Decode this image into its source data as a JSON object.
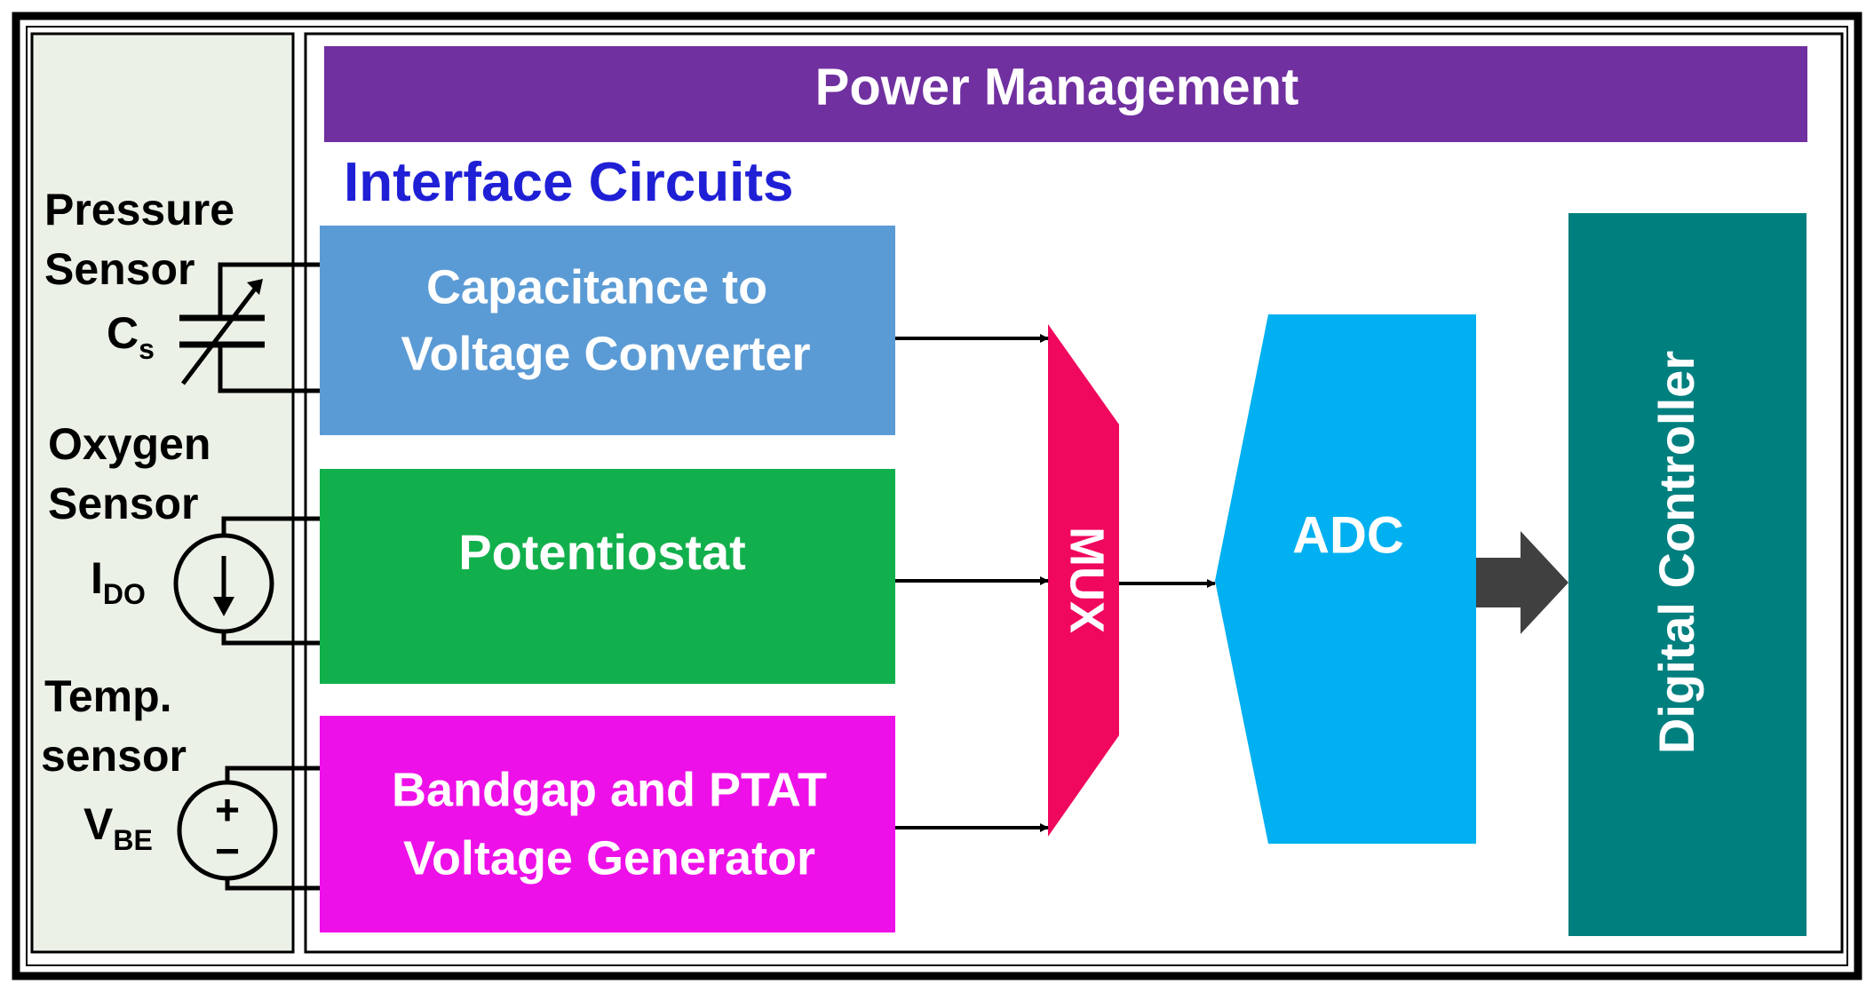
{
  "power_management": {
    "label": "Power Management",
    "color": "#7030a0"
  },
  "interface_circuits": {
    "label": "Interface Circuits",
    "color": "#1f1fd6"
  },
  "blocks": {
    "cvc": {
      "line1": "Capacitance to",
      "line2": "Voltage Converter",
      "color": "#5b9bd5"
    },
    "potentiostat": {
      "label": "Potentiostat",
      "color": "#12b04c"
    },
    "bandgap": {
      "line1": "Bandgap and PTAT",
      "line2": "Voltage Generator",
      "color": "#ee10e8"
    },
    "mux": {
      "label": "MUX",
      "color": "#f0075e"
    },
    "adc": {
      "label": "ADC",
      "color": "#00b0f0"
    },
    "digital_controller": {
      "label": "Digital Controller",
      "color": "#007f7f"
    }
  },
  "sensors": {
    "pressure": {
      "line1": "Pressure",
      "line2": "Sensor",
      "symbol_main": "C",
      "symbol_sub": "s",
      "icon": "variable-capacitor-icon"
    },
    "oxygen": {
      "line1": "Oxygen",
      "line2": "Sensor",
      "symbol_main": "I",
      "symbol_sub": "DO",
      "icon": "current-source-icon"
    },
    "temp": {
      "line1": "Temp.",
      "line2": "sensor",
      "symbol_main": "V",
      "symbol_sub": "BE",
      "icon": "voltage-source-icon",
      "plus": "+",
      "minus": "−"
    }
  },
  "colors": {
    "sensor_panel": "#ecf1e7",
    "border": "#000000",
    "arrow": "#404040"
  }
}
